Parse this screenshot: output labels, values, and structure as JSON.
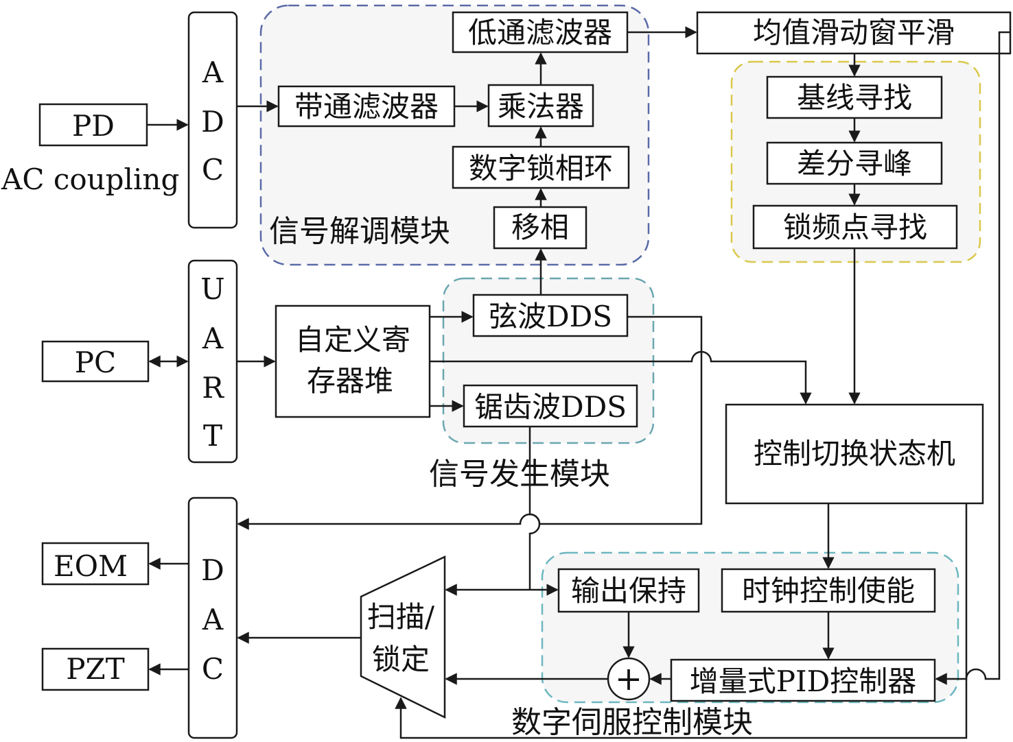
{
  "colors": {
    "demod_border": "#5a6aa8",
    "gen_border": "#6aa6b0",
    "servo_border": "#6cb7c0",
    "search_border": "#d9c84a",
    "ink": "#1a1a1a"
  },
  "inputs": {
    "pd": "PD",
    "ac_coupling": "AC coupling",
    "pc": "PC",
    "eom": "EOM",
    "pzt": "PZT"
  },
  "adc": {
    "letters": [
      "A",
      "D",
      "C"
    ]
  },
  "uart": {
    "letters": [
      "U",
      "A",
      "R",
      "T"
    ]
  },
  "dac": {
    "letters": [
      "D",
      "A",
      "C"
    ]
  },
  "demod": {
    "title": "信号解调模块",
    "bandpass": "带通滤波器",
    "multiplier": "乘法器",
    "lowpass": "低通滤波器",
    "pll": "数字锁相环",
    "phase_shift": "移相"
  },
  "smoothing": "均值滑动窗平滑",
  "search": {
    "baseline": "基线寻找",
    "diff_peak": "差分寻峰",
    "lock_point": "锁频点寻找"
  },
  "regfile": {
    "line1": "自定义寄",
    "line2": "存器堆"
  },
  "gen": {
    "title": "信号发生模块",
    "sine_dds": "弦波DDS",
    "saw_dds": "锯齿波DDS"
  },
  "fsm": "控制切换状态机",
  "servo": {
    "title": "数字伺服控制模块",
    "hold": "输出保持",
    "clock_enable": "时钟控制使能",
    "pid": "增量式PID控制器",
    "sum_symbol": "+"
  },
  "mux": {
    "line1": "扫描/",
    "line2": "锁定"
  }
}
